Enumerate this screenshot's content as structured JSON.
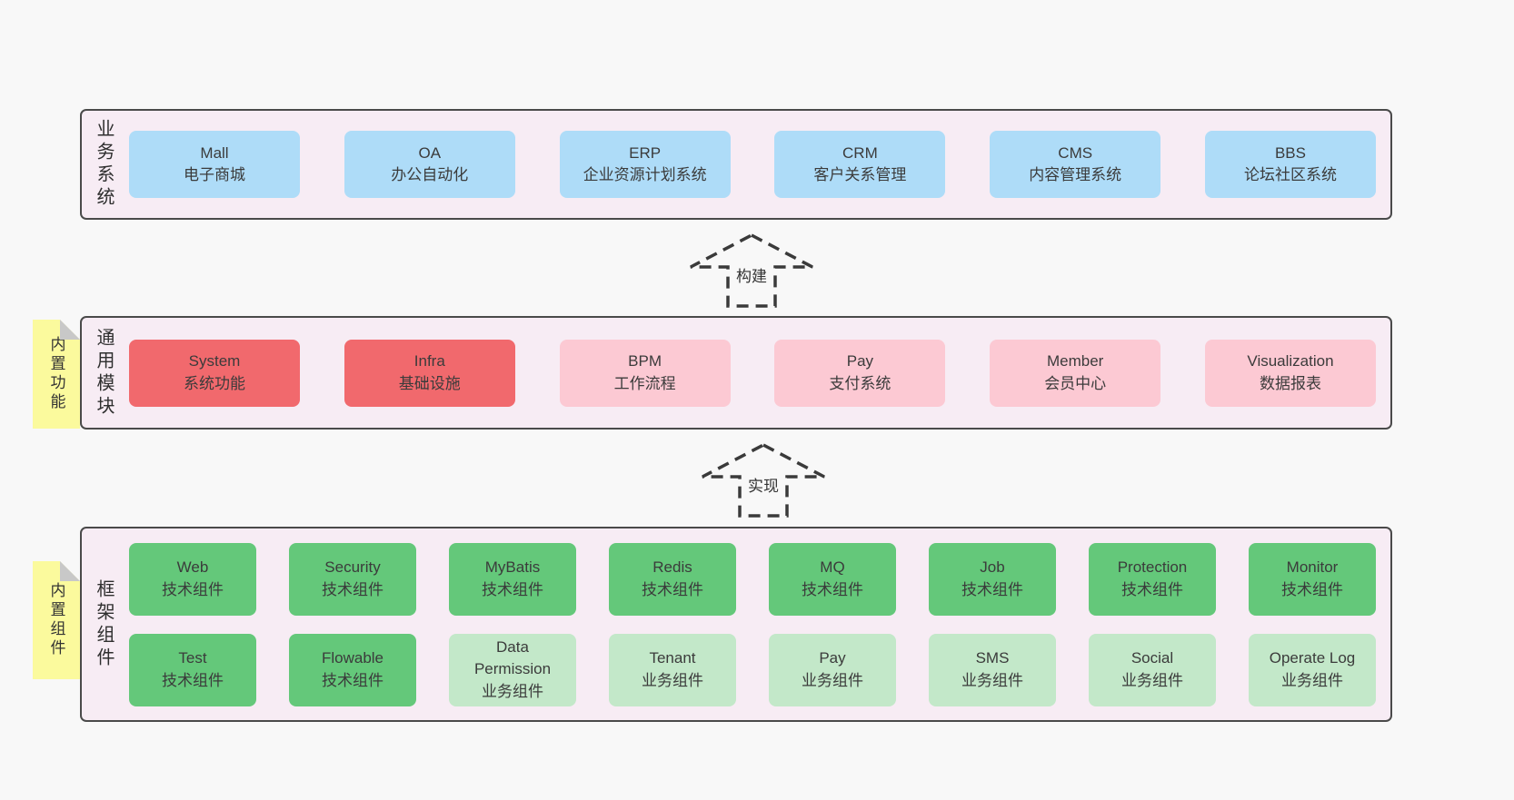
{
  "colors": {
    "page_bg": "#f8f8f8",
    "layer_bg": "#f7ecf4",
    "layer_border": "#4a4a4a",
    "blue_box": "#aedcf8",
    "red_box": "#f1696d",
    "pink_box": "#fcc9d3",
    "green_box": "#64c87a",
    "lightgreen_box": "#c3e8c9",
    "tag_yellow": "#fbfa9d",
    "tag_fold_gray": "#c8c8c8",
    "text": "#3b3b3b"
  },
  "business": {
    "label": "业务系统",
    "boxes": [
      {
        "name": "Mall",
        "desc": "电子商城",
        "type": "blue"
      },
      {
        "name": "OA",
        "desc": "办公自动化",
        "type": "blue"
      },
      {
        "name": "ERP",
        "desc": "企业资源计划系统",
        "type": "blue"
      },
      {
        "name": "CRM",
        "desc": "客户关系管理",
        "type": "blue"
      },
      {
        "name": "CMS",
        "desc": "内容管理系统",
        "type": "blue"
      },
      {
        "name": "BBS",
        "desc": "论坛社区系统",
        "type": "blue"
      }
    ]
  },
  "modules": {
    "label": "通用模块",
    "tag": "内置功能",
    "boxes": [
      {
        "name": "System",
        "desc": "系统功能",
        "type": "red"
      },
      {
        "name": "Infra",
        "desc": "基础设施",
        "type": "red"
      },
      {
        "name": "BPM",
        "desc": "工作流程",
        "type": "pink"
      },
      {
        "name": "Pay",
        "desc": "支付系统",
        "type": "pink"
      },
      {
        "name": "Member",
        "desc": "会员中心",
        "type": "pink"
      },
      {
        "name": "Visualization",
        "desc": "数据报表",
        "type": "pink"
      }
    ]
  },
  "framework": {
    "label": "框架组件",
    "tag": "内置组件",
    "row1": [
      {
        "name": "Web",
        "desc": "技术组件",
        "type": "green"
      },
      {
        "name": "Security",
        "desc": "技术组件",
        "type": "green"
      },
      {
        "name": "MyBatis",
        "desc": "技术组件",
        "type": "green"
      },
      {
        "name": "Redis",
        "desc": "技术组件",
        "type": "green"
      },
      {
        "name": "MQ",
        "desc": "技术组件",
        "type": "green"
      },
      {
        "name": "Job",
        "desc": "技术组件",
        "type": "green"
      },
      {
        "name": "Protection",
        "desc": "技术组件",
        "type": "green"
      },
      {
        "name": "Monitor",
        "desc": "技术组件",
        "type": "green"
      }
    ],
    "row2": [
      {
        "name": "Test",
        "desc": "技术组件",
        "type": "green"
      },
      {
        "name": "Flowable",
        "desc": "技术组件",
        "type": "green"
      },
      {
        "name": "Data Permission",
        "desc": "业务组件",
        "type": "lightgreen"
      },
      {
        "name": "Tenant",
        "desc": "业务组件",
        "type": "lightgreen"
      },
      {
        "name": "Pay",
        "desc": "业务组件",
        "type": "lightgreen"
      },
      {
        "name": "SMS",
        "desc": "业务组件",
        "type": "lightgreen"
      },
      {
        "name": "Social",
        "desc": "业务组件",
        "type": "lightgreen"
      },
      {
        "name": "Operate Log",
        "desc": "业务组件",
        "type": "lightgreen"
      }
    ]
  },
  "arrows": {
    "build": "构建",
    "implement": "实现"
  }
}
